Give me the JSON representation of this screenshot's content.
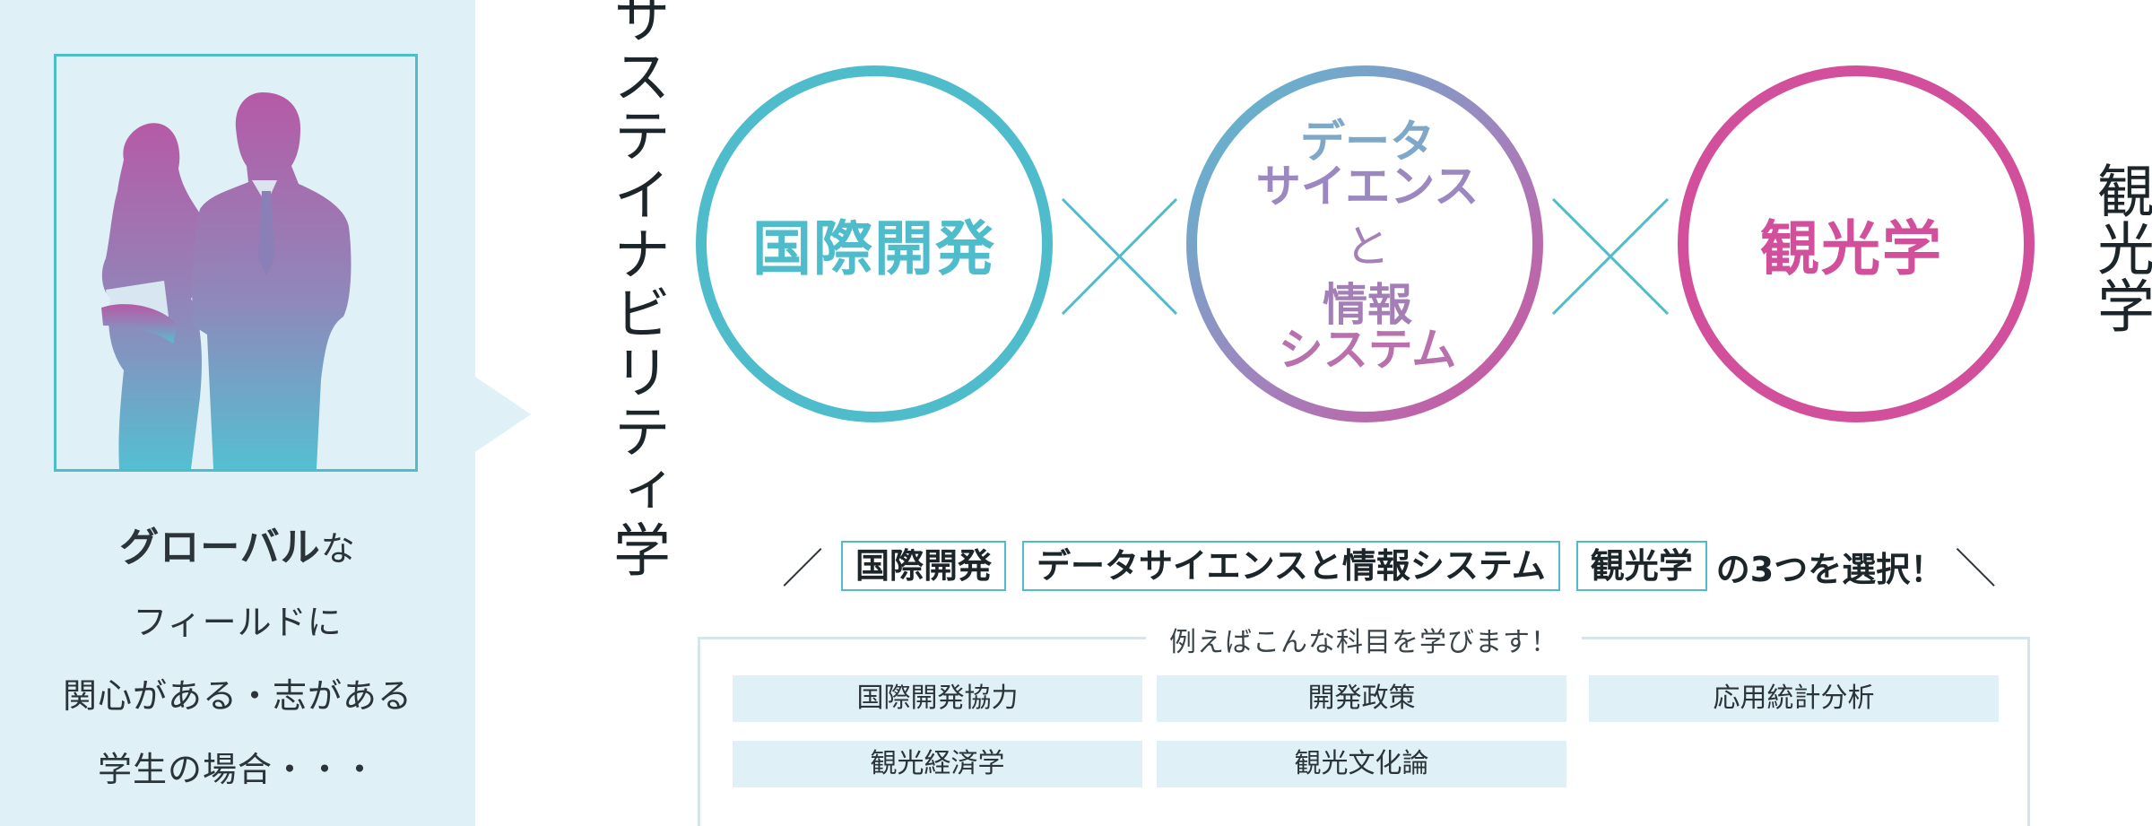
{
  "left_panel": {
    "lines": {
      "line1_bold": "グローバル",
      "line1_rest": "な",
      "line2": "フィールドに",
      "line3": "関心がある・志がある",
      "line4": "学生の場合・・・"
    }
  },
  "vertical_title": "サステイナビリティ学",
  "vertical_right": "観光学",
  "circles": {
    "first": "国際開発",
    "second_lines": [
      "データ",
      "サイエンス",
      "と",
      "情報",
      "システム"
    ],
    "third": "観光学"
  },
  "select_line": {
    "slash_left": "／",
    "option1": "国際開発",
    "option2": "データサイエンスと情報システム",
    "option3": "観光学",
    "suffix": "の3つを選択！",
    "slash_right": "＼"
  },
  "courses": {
    "legend": "例えばこんな科目を学びます！",
    "items": [
      "国際開発協力",
      "開発政策",
      "応用統計分析",
      "観光経済学",
      "観光文化論"
    ]
  },
  "colors": {
    "teal": "#4fbccb",
    "magenta": "#d24f9b",
    "panel_bg": "#dff1f6"
  }
}
